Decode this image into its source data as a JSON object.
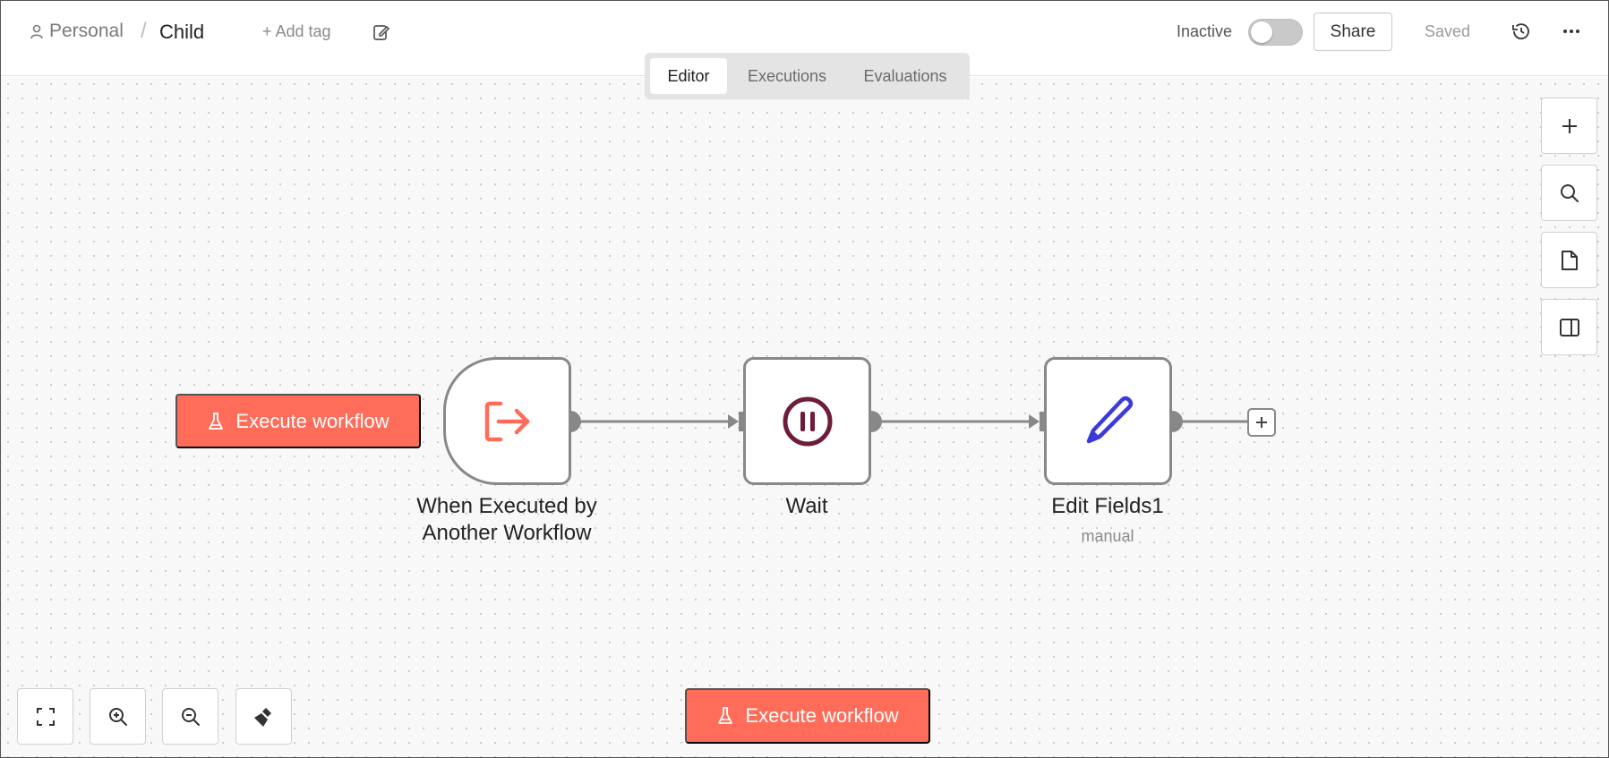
{
  "header": {
    "project": "Personal",
    "separator": "/",
    "workflow_name": "Child",
    "add_tag": "+ Add tag",
    "status_label": "Inactive",
    "active": false,
    "share_label": "Share",
    "save_status": "Saved"
  },
  "tabs": [
    {
      "label": "Editor",
      "active": true
    },
    {
      "label": "Executions",
      "active": false
    },
    {
      "label": "Evaluations",
      "active": false
    }
  ],
  "nodes": [
    {
      "label": "When Executed by Another Workflow",
      "icon": "sign-in-icon",
      "type": "trigger",
      "color": "#ff6d5a"
    },
    {
      "label": "Wait",
      "icon": "pause-circle-icon",
      "color": "#6d1d3b"
    },
    {
      "label": "Edit Fields1",
      "subtitle": "manual",
      "icon": "pen-icon",
      "color": "#3b3bdb"
    }
  ],
  "buttons": {
    "execute_workflow_node": "Execute workflow",
    "execute_workflow_main": "Execute workflow"
  },
  "colors": {
    "accent": "#ff6d5a",
    "node_border": "#888888",
    "connector": "#888888"
  },
  "side_icons": [
    "plus-icon",
    "search-icon",
    "sticky-note-icon",
    "panel-icon"
  ],
  "zoom_icons": [
    "fit-view-icon",
    "zoom-in-icon",
    "zoom-out-icon",
    "tidy-up-icon"
  ]
}
